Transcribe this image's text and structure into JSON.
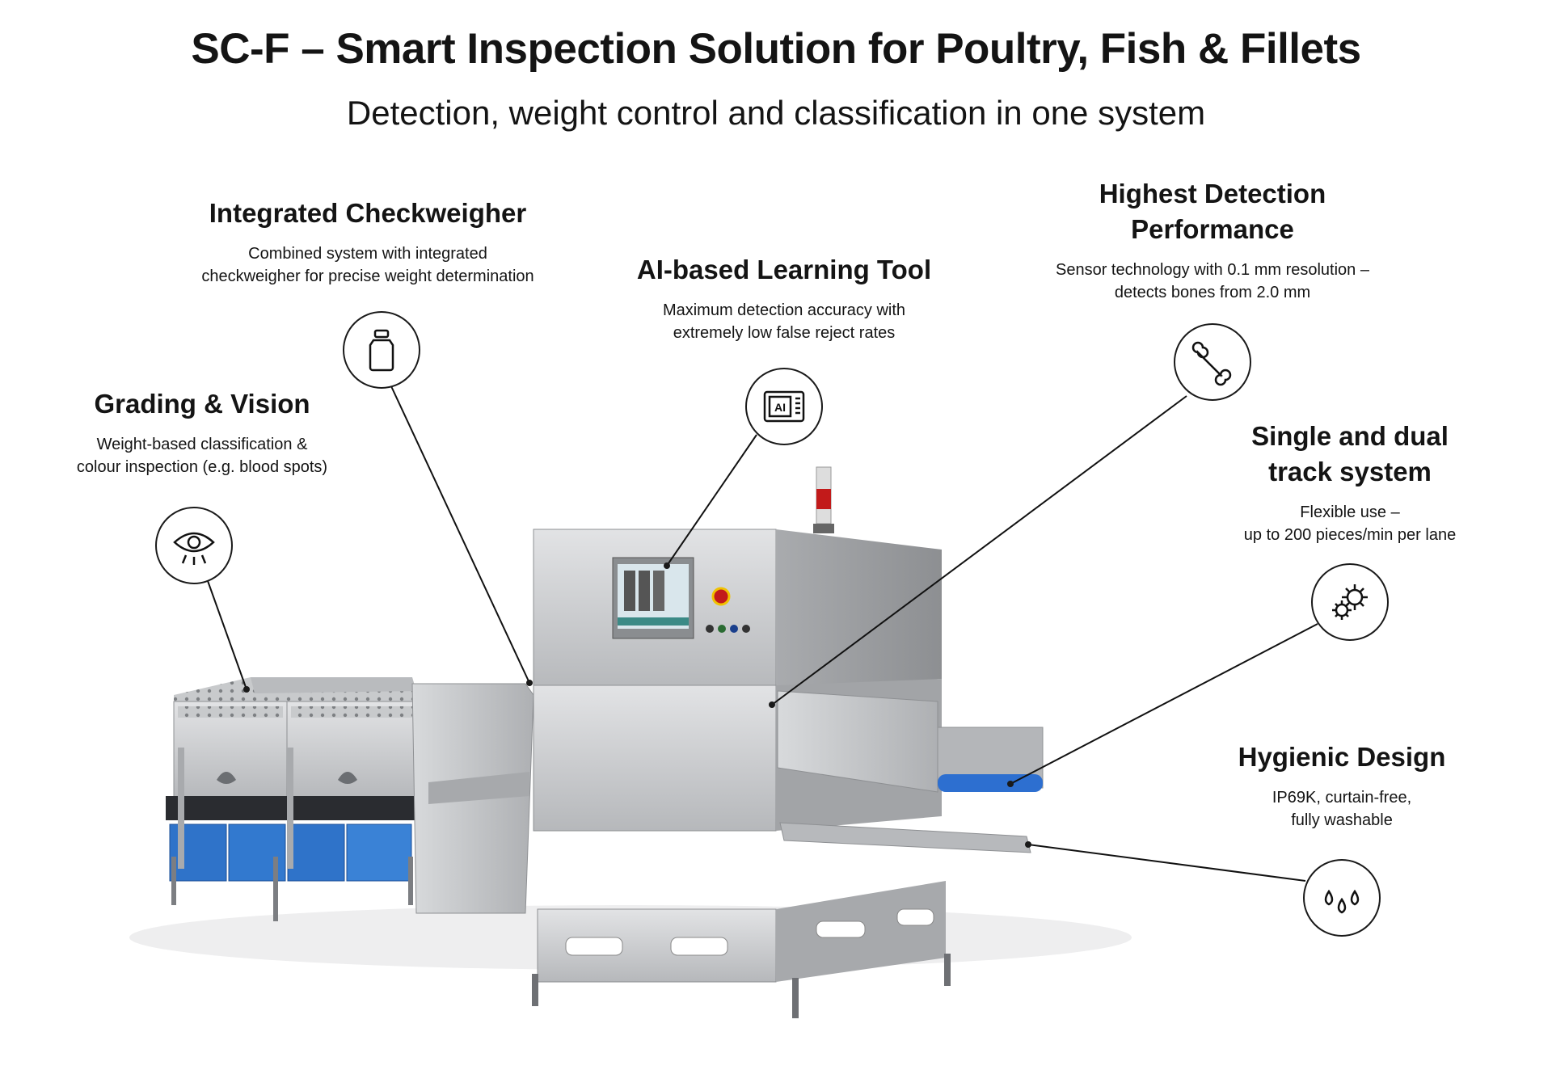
{
  "header": {
    "title": "SC-F – Smart Inspection Solution for Poultry, Fish & Fillets",
    "subtitle": "Detection, weight control and classification in one system"
  },
  "features": [
    {
      "title": "Integrated Checkweigher",
      "text_lines": [
        "Combined system with integrated",
        "checkweigher for precise weight determination"
      ],
      "icon": "weight-icon"
    },
    {
      "title": "AI-based Learning Tool",
      "text_lines": [
        "Maximum detection accuracy with",
        "extremely low false reject rates"
      ],
      "icon": "ai-monitor-icon",
      "icon_text": "AI"
    },
    {
      "title_lines": [
        "Highest Detection",
        "Performance"
      ],
      "text_lines": [
        "Sensor technology with 0.1 mm resolution –",
        "detects bones from 2.0 mm"
      ],
      "icon": "bone-icon"
    },
    {
      "title": "Grading & Vision",
      "text_lines": [
        "Weight-based classification &",
        "colour inspection (e.g. blood spots)"
      ],
      "icon": "eye-icon"
    },
    {
      "title_lines": [
        "Single and dual",
        "track system"
      ],
      "text_lines": [
        "Flexible use –",
        "up to 200 pieces/min per lane"
      ],
      "icon": "gears-icon"
    },
    {
      "title": "Hygienic Design",
      "text_lines": [
        "IP69K, curtain-free,",
        "fully washable"
      ],
      "icon": "water-drops-icon"
    }
  ],
  "colors": {
    "steel": "#c9cbcd",
    "steel_dark": "#9a9c9e",
    "crate_blue": "#2f73c9",
    "belt_blue": "#2d6fd0",
    "beacon_red": "#c21a1a",
    "screen_teal": "#3b8a86"
  }
}
